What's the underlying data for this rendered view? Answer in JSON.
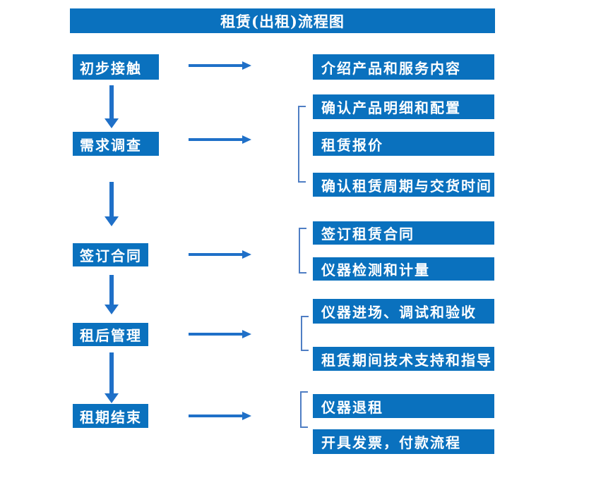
{
  "title": "租赁(出租)流程图",
  "colors": {
    "box": "#0a71be",
    "arrow": "#1f70c8",
    "bracket": "#4f7ec4",
    "text": "#ffffff",
    "background": "#ffffff"
  },
  "flow": {
    "stages": [
      {
        "label": "初步接触",
        "details": [
          "介绍产品和服务内容"
        ]
      },
      {
        "label": "需求调查",
        "details": [
          "确认产品明细和配置",
          "租赁报价",
          "确认租赁周期与交货时间"
        ]
      },
      {
        "label": "签订合同",
        "details": [
          "签订租赁合同",
          "仪器检测和计量"
        ]
      },
      {
        "label": "租后管理",
        "details": [
          "仪器进场、调试和验收",
          "租赁期间技术支持和指导"
        ]
      },
      {
        "label": "租期结束",
        "details": [
          "仪器退租",
          "开具发票，付款流程"
        ]
      }
    ]
  }
}
